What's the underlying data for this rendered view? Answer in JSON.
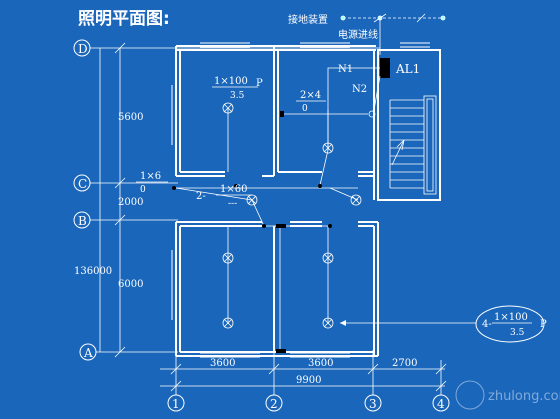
{
  "title": "照明平面图:",
  "annotations": {
    "ground_device": "接地装置",
    "power_in": "电源进线",
    "n1": "N1",
    "n2": "N2",
    "panel": "AL1"
  },
  "axes": {
    "rows": [
      "D",
      "C",
      "B",
      "A"
    ],
    "cols": [
      "1",
      "2",
      "3",
      "4"
    ]
  },
  "dimensions": {
    "left": [
      "5600",
      "2000",
      "6000",
      "136000"
    ],
    "bottom": [
      "3600",
      "3600",
      "2700",
      "9900"
    ]
  },
  "labels": {
    "room_top_left_fixture": "1×100",
    "room_top_left_p": "P",
    "room_top_left_h": "3.5",
    "room_top_mid_fixture": "2×4",
    "room_top_mid_h": "0",
    "corridor_left_fixture": "1×6",
    "corridor_left_h": "0",
    "corridor_mid_count": "2-",
    "corridor_mid_fixture": "1×60",
    "corridor_mid_dash": "---",
    "legend_count": "4-",
    "legend_fixture": "1×100",
    "legend_h": "3.5",
    "legend_p": "P"
  },
  "watermark": "zhulong.com"
}
